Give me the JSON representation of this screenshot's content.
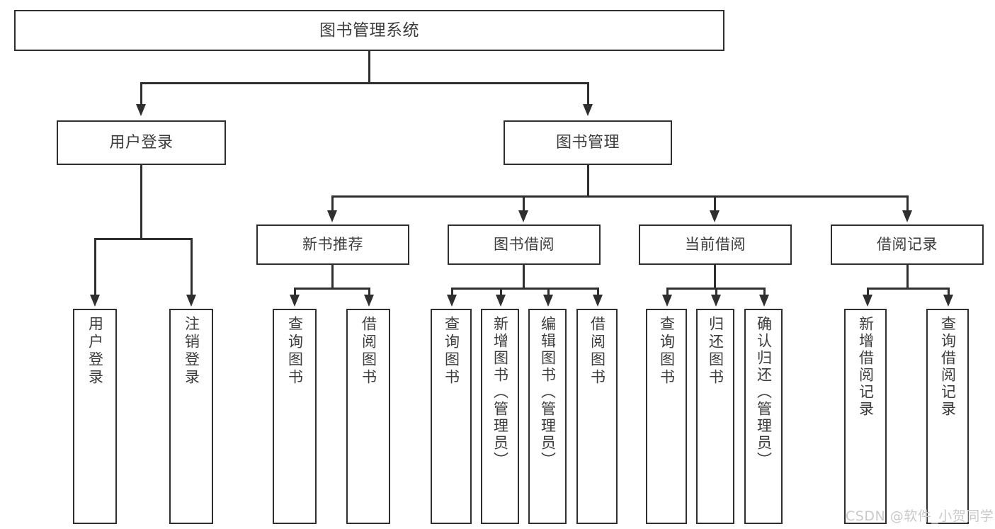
{
  "diagram": {
    "title": "图书管理系统",
    "type": "tree-hierarchy",
    "watermark": "CSDN @软件_小贺同学",
    "colors": {
      "stroke": "#2f2f2f",
      "text": "#3c3c3c",
      "background": "#ffffff",
      "watermark": "#c9c9c9"
    }
  },
  "nodes": {
    "root": {
      "label": "图书管理系统"
    },
    "level2": [
      {
        "label": "用户登录"
      },
      {
        "label": "图书管理"
      }
    ],
    "level3": [
      {
        "label": "新书推荐"
      },
      {
        "label": "图书借阅"
      },
      {
        "label": "当前借阅"
      },
      {
        "label": "借阅记录"
      }
    ],
    "leaves": {
      "user_login": [
        {
          "label": "用户登录"
        },
        {
          "label": "注销登录"
        }
      ],
      "new_book_recommend": [
        {
          "label": "查询图书"
        },
        {
          "label": "借阅图书"
        }
      ],
      "book_borrow": [
        {
          "label": "查询图书"
        },
        {
          "label": "新增图书（管理员）"
        },
        {
          "label": "编辑图书（管理员）"
        },
        {
          "label": "借阅图书"
        }
      ],
      "current_borrow": [
        {
          "label": "查询图书"
        },
        {
          "label": "归还图书"
        },
        {
          "label": "确认归还（管理员）"
        }
      ],
      "borrow_record": [
        {
          "label": "新增借阅记录"
        },
        {
          "label": "查询借阅记录"
        }
      ]
    }
  },
  "chart_data": {
    "type": "table",
    "title": "图书管理系统",
    "hierarchy": {
      "name": "图书管理系统",
      "children": [
        {
          "name": "用户登录",
          "children": [
            {
              "name": "用户登录"
            },
            {
              "name": "注销登录"
            }
          ]
        },
        {
          "name": "图书管理",
          "children": [
            {
              "name": "新书推荐",
              "children": [
                {
                  "name": "查询图书"
                },
                {
                  "name": "借阅图书"
                }
              ]
            },
            {
              "name": "图书借阅",
              "children": [
                {
                  "name": "查询图书"
                },
                {
                  "name": "新增图书（管理员）"
                },
                {
                  "name": "编辑图书（管理员）"
                },
                {
                  "name": "借阅图书"
                }
              ]
            },
            {
              "name": "当前借阅",
              "children": [
                {
                  "name": "查询图书"
                },
                {
                  "name": "归还图书"
                },
                {
                  "name": "确认归还（管理员）"
                }
              ]
            },
            {
              "name": "借阅记录",
              "children": [
                {
                  "name": "新增借阅记录"
                },
                {
                  "name": "查询借阅记录"
                }
              ]
            }
          ]
        }
      ]
    }
  }
}
